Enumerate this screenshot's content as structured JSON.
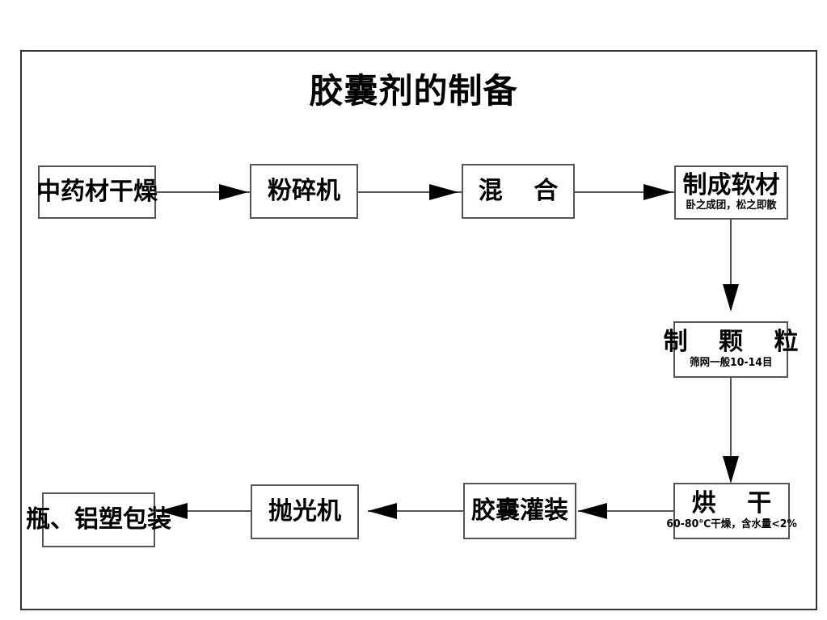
{
  "title": "胶囊剂的制备",
  "diagram": {
    "type": "flowchart",
    "nodes": [
      {
        "id": "drying",
        "label": "中药材干燥",
        "sub": ""
      },
      {
        "id": "pulverizer",
        "label": "粉碎机",
        "sub": ""
      },
      {
        "id": "mixing",
        "label": "混 合",
        "sub": ""
      },
      {
        "id": "soft-mass",
        "label": "制成软材",
        "sub": "卧之成团，松之即散"
      },
      {
        "id": "granulation",
        "label": "制 颗 粒",
        "sub": "筛网一般10-14目"
      },
      {
        "id": "oven-dry",
        "label": "烘 干",
        "sub": "60-80℃干燥，含水量<2%"
      },
      {
        "id": "filling",
        "label": "胶囊灌装",
        "sub": ""
      },
      {
        "id": "polishing",
        "label": "抛光机",
        "sub": ""
      },
      {
        "id": "packaging",
        "label": "瓶、铝塑包装",
        "sub": ""
      }
    ],
    "edges": [
      {
        "from": "drying",
        "to": "pulverizer",
        "direction": "right"
      },
      {
        "from": "pulverizer",
        "to": "mixing",
        "direction": "right"
      },
      {
        "from": "mixing",
        "to": "soft-mass",
        "direction": "right"
      },
      {
        "from": "soft-mass",
        "to": "granulation",
        "direction": "down"
      },
      {
        "from": "granulation",
        "to": "oven-dry",
        "direction": "down"
      },
      {
        "from": "oven-dry",
        "to": "filling",
        "direction": "left"
      },
      {
        "from": "filling",
        "to": "polishing",
        "direction": "left"
      },
      {
        "from": "polishing",
        "to": "packaging",
        "direction": "left"
      }
    ],
    "colors": {
      "frame_border": "#333333",
      "node_border": "#555555",
      "node_fill": "#ffffff",
      "text": "#000000",
      "connector": "#555555",
      "arrowhead": "#000000"
    }
  }
}
